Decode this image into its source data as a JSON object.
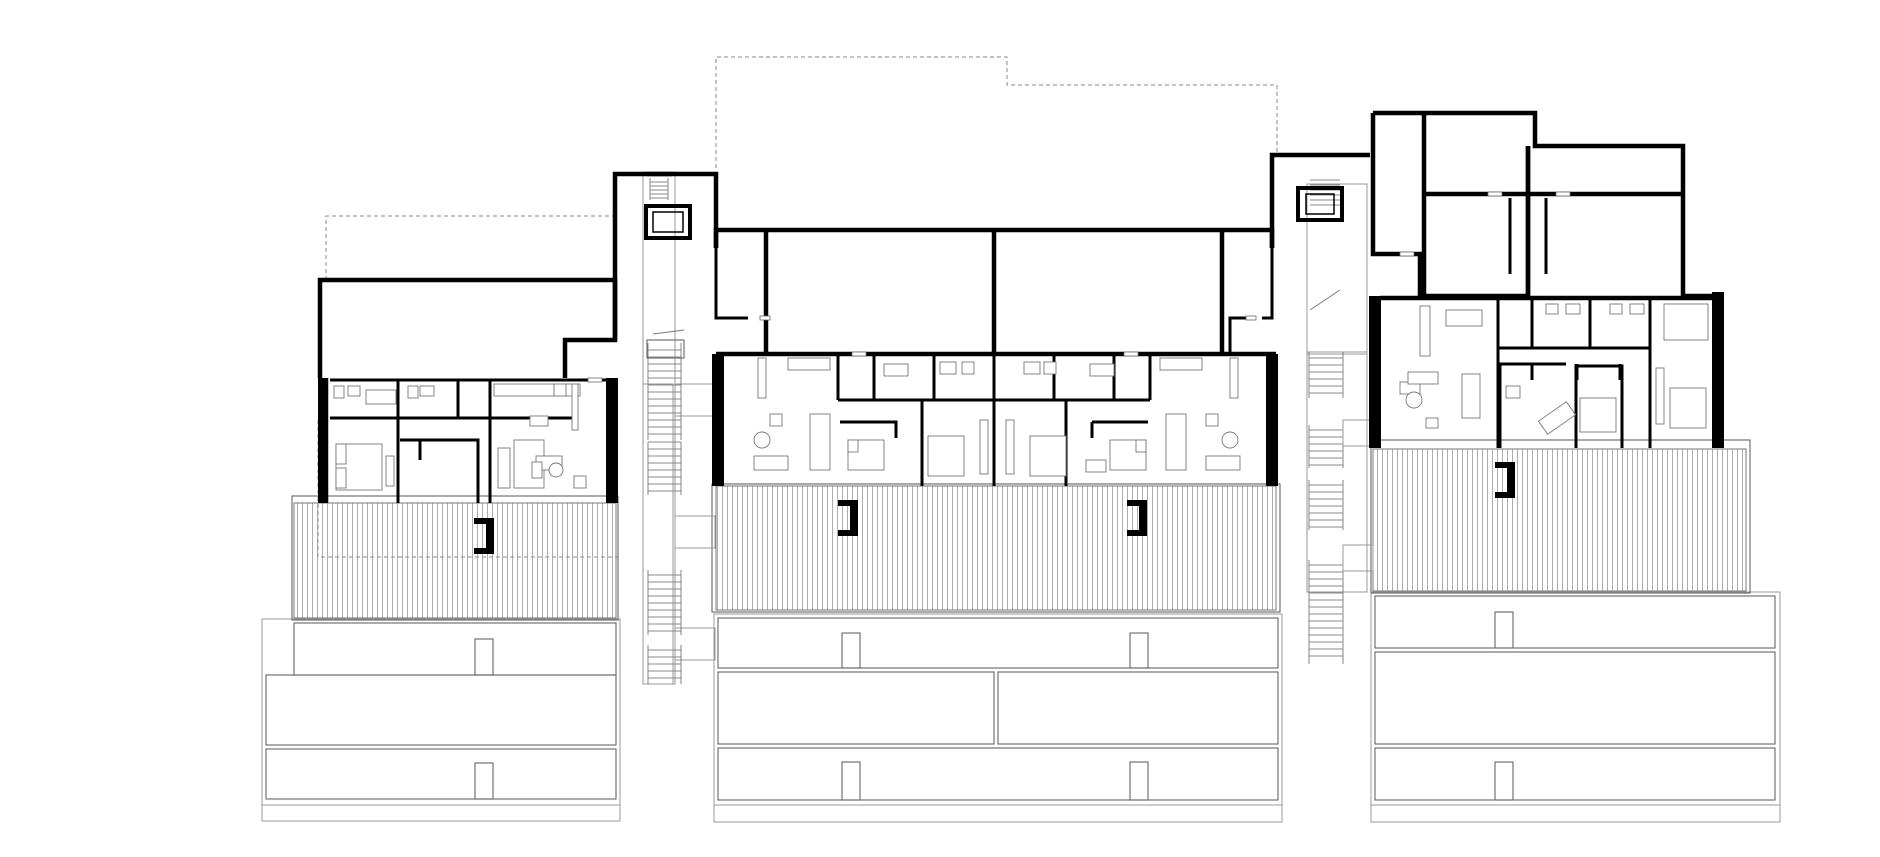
{
  "drawing": {
    "kind": "architectural-floor-plan",
    "background": "#ffffff",
    "line_color": "#000000",
    "secondary_line_color": "#777777",
    "buildings": [
      {
        "name": "building-west",
        "units": 1,
        "stair_cores": 1
      },
      {
        "name": "building-center",
        "units": 2,
        "stair_cores": 0
      },
      {
        "name": "building-east",
        "units": 1,
        "stair_cores": 1
      }
    ],
    "elements": [
      "exterior-walls",
      "interior-partitions",
      "terraces",
      "stairs",
      "furniture",
      "lower-floor-outlines",
      "roof-outline-dashed"
    ]
  }
}
